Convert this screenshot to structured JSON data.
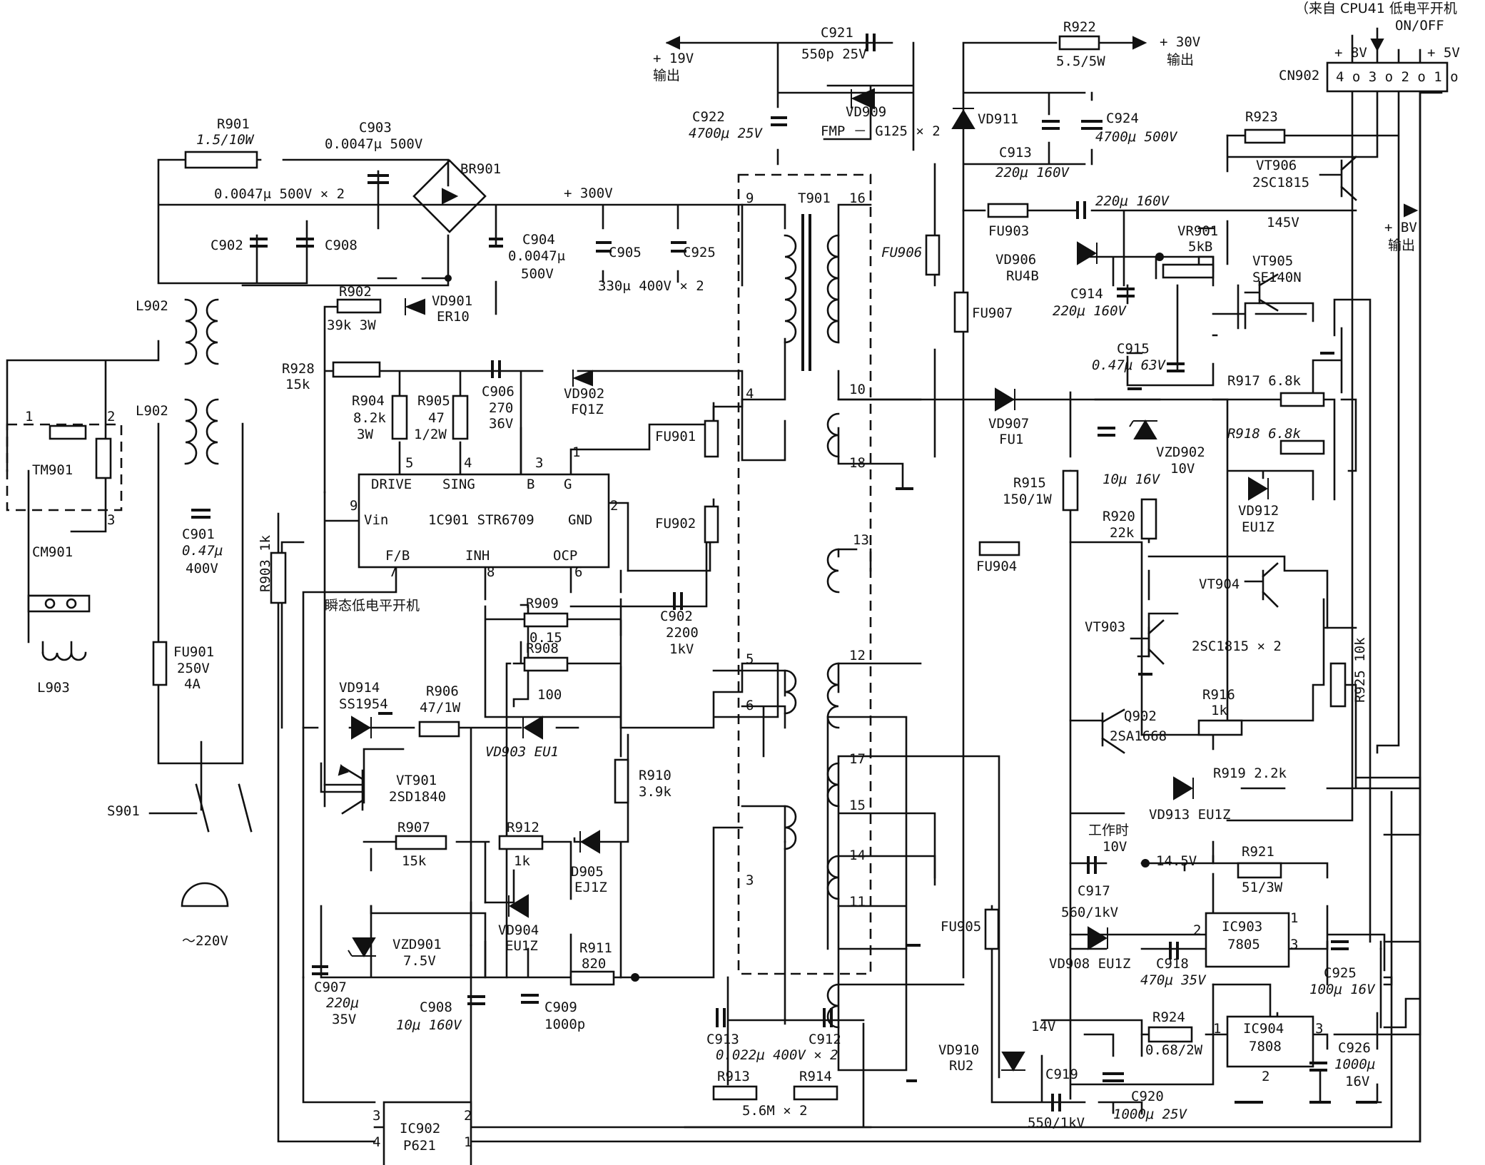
{
  "ic": {
    "ic901": {
      "name": "1C901 STR6709",
      "pins": [
        "DRIVE",
        "SING",
        "B",
        "G",
        "Vin",
        "GND",
        "F/B",
        "INH",
        "OCP"
      ],
      "pin_nums": [
        "5",
        "4",
        "3",
        "1",
        "9",
        "2",
        "7",
        "8",
        "6"
      ]
    },
    "ic902": {
      "name": "IC902",
      "part": "P621",
      "pins": [
        "3",
        "2",
        "4",
        "1"
      ]
    },
    "ic903": {
      "name": "IC903",
      "part": "7805",
      "pins": [
        "2",
        "1",
        "3"
      ]
    },
    "ic904": {
      "name": "IC904",
      "part": "7808",
      "pins": [
        "1",
        "3",
        "2"
      ]
    }
  },
  "transformer": {
    "name": "T901",
    "pins": [
      "9",
      "16",
      "4",
      "10",
      "18",
      "13",
      "12",
      "5",
      "6",
      "17",
      "15",
      "14",
      "11",
      "3"
    ]
  },
  "connector": {
    "name": "CN902",
    "pins": "4 o 3 o 2 o 1 o",
    "source": "（来自 CPU41 低电平开机",
    "onoff": "ON/OFF",
    "v8": "+ 8V",
    "v5": "+ 5V"
  },
  "outputs": {
    "v19": "+ 19V",
    "v19_out": "输出",
    "v30": "+ 30V",
    "v30_out": "输出",
    "bv": "+ BV",
    "bv_out": "输出",
    "v145": "145V",
    "v300": "+ 300V",
    "ac": "～220V"
  },
  "notes": {
    "transient": "瞬态低电平开机",
    "working": "工作时",
    "working_v": "10V",
    "v14_5": "14.5V",
    "v14": "14V"
  },
  "components": {
    "R901": [
      "R901",
      "1.5/10W"
    ],
    "C903": [
      "C903",
      "0.0047μ 500V"
    ],
    "C902_908": [
      "0.0047μ 500V × 2"
    ],
    "BR901": [
      "BR901"
    ],
    "C902": [
      "C902"
    ],
    "C908a": [
      "C908"
    ],
    "C904": [
      "C904",
      "0.0047μ",
      "500V"
    ],
    "C905": [
      "C905"
    ],
    "C925a": [
      "C925"
    ],
    "C905_925": [
      "330μ 400V × 2"
    ],
    "L902a": [
      "L902"
    ],
    "L902b": [
      "L902"
    ],
    "R902": [
      "R902",
      "39k 3W"
    ],
    "VD901": [
      "VD901",
      "ER10"
    ],
    "TM901": [
      "TM901",
      "1",
      "2",
      "3"
    ],
    "CM901": [
      "CM901"
    ],
    "L903": [
      "L903"
    ],
    "C901": [
      "C901",
      "0.47μ",
      "400V"
    ],
    "FU901a": [
      "FU901",
      "250V",
      "4A"
    ],
    "S901": [
      "S901"
    ],
    "R928": [
      "R928",
      "15k"
    ],
    "R904": [
      "R904",
      "8.2k",
      "3W"
    ],
    "R905": [
      "R905",
      "47",
      "1/2W"
    ],
    "C906": [
      "C906",
      "270",
      "36V"
    ],
    "VD902": [
      "VD902",
      "FQ1Z"
    ],
    "FU901b": [
      "FU901"
    ],
    "FU902": [
      "FU902"
    ],
    "C902b": [
      "C902",
      "2200",
      "1kV"
    ],
    "R903": [
      "R903 1k"
    ],
    "R909": [
      "R909",
      "0.15"
    ],
    "R908": [
      "R908",
      "100"
    ],
    "VD914": [
      "VD914",
      "SS1954"
    ],
    "R906": [
      "R906",
      "47/1W"
    ],
    "VD903": [
      "VD903 EU1"
    ],
    "VT901": [
      "VT901",
      "2SD1840"
    ],
    "R910": [
      "R910",
      "3.9k"
    ],
    "R907": [
      "R907",
      "15k"
    ],
    "R912": [
      "R912",
      "1k"
    ],
    "D905": [
      "D905",
      "EJ1Z"
    ],
    "VD904": [
      "VD904",
      "EU1Z"
    ],
    "VZD901": [
      "VZD901",
      "7.5V"
    ],
    "R911": [
      "R911",
      "820"
    ],
    "C907": [
      "C907",
      "220μ",
      "35V"
    ],
    "C908b": [
      "C908",
      "10μ 160V"
    ],
    "C909": [
      "C909",
      "1000p"
    ],
    "C921": [
      "C921",
      "550p 25V"
    ],
    "C922": [
      "C922",
      "4700μ 25V"
    ],
    "VD909": [
      "VD909",
      "FMP － G125 × 2"
    ],
    "C913_912": [
      "C913",
      "C912",
      "0.022μ 400V × 2"
    ],
    "R913_914": [
      "R913",
      "R914",
      "5.6M × 2"
    ],
    "R922": [
      "R922",
      "5.5/5W"
    ],
    "VD911": [
      "VD911"
    ],
    "C913b": [
      "C913",
      "220μ 160V"
    ],
    "C924": [
      "C924",
      "4700μ 500V"
    ],
    "FU906": [
      "FU906"
    ],
    "FU903": [
      "FU903"
    ],
    "C_145": [
      "220μ 160V"
    ],
    "VD906": [
      "VD906",
      "RU4B"
    ],
    "C914": [
      "C914",
      "220μ 160V"
    ],
    "VR901": [
      "VR901",
      "5kB"
    ],
    "VT905": [
      "VT905",
      "SE140N"
    ],
    "FU907": [
      "FU907"
    ],
    "C915": [
      "C915",
      "0.47μ 63V"
    ],
    "R923": [
      "R923"
    ],
    "VT906": [
      "VT906",
      "2SC1815"
    ],
    "VD907": [
      "VD907",
      "FU1"
    ],
    "R917": [
      "R917 6.8k"
    ],
    "R918": [
      "R918 6.8k"
    ],
    "C_10u": [
      "10μ 16V"
    ],
    "VZD902": [
      "VZD902",
      "10V"
    ],
    "R915": [
      "R915",
      "150/1W"
    ],
    "VD912": [
      "VD912",
      "EU1Z"
    ],
    "R920": [
      "R920",
      "22k"
    ],
    "FU904": [
      "FU904"
    ],
    "VT904": [
      "VT904"
    ],
    "VT903": [
      "VT903"
    ],
    "VT_pair": [
      "2SC1815 × 2"
    ],
    "R925": [
      "R925 10k"
    ],
    "R916": [
      "R916",
      "1k"
    ],
    "Q902": [
      "Q902",
      "2SA1668"
    ],
    "R919": [
      "R919 2.2k"
    ],
    "VD913": [
      "VD913 EU1Z"
    ],
    "C917": [
      "C917",
      "560/1kV"
    ],
    "R921": [
      "R921",
      "51/3W"
    ],
    "VD908": [
      "VD908 EU1Z"
    ],
    "C918": [
      "C918",
      "470μ 35V"
    ],
    "C925b": [
      "C925",
      "100μ 16V"
    ],
    "FU905": [
      "FU905"
    ],
    "VD910": [
      "VD910",
      "RU2"
    ],
    "C919": [
      "C919",
      "550/1kV"
    ],
    "C920": [
      "C920",
      "1000μ 25V"
    ],
    "R924": [
      "R924",
      "0.68/2W"
    ],
    "C926": [
      "C926",
      "1000μ",
      "16V"
    ]
  }
}
